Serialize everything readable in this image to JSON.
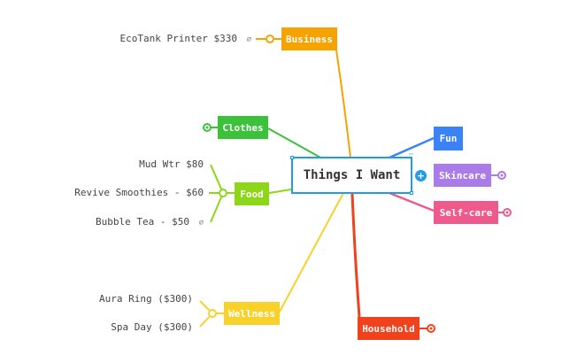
{
  "root": {
    "label": "Things I Want",
    "color": "#1e9bea"
  },
  "branches": {
    "business": {
      "label": "Business",
      "color": "#f5a300"
    },
    "clothes": {
      "label": "Clothes",
      "color": "#3cc13b"
    },
    "food": {
      "label": "Food",
      "color": "#8ed61a"
    },
    "wellness": {
      "label": "Wellness",
      "color": "#f8d12b"
    },
    "fun": {
      "label": "Fun",
      "color": "#3b82f6"
    },
    "skincare": {
      "label": "Skincare",
      "color": "#a97ce8"
    },
    "selfcare": {
      "label": "Self-care",
      "color": "#ef5a8c"
    },
    "household": {
      "label": "Household",
      "color": "#f0421d"
    }
  },
  "leaves": {
    "business": [
      "EcoTank Printer $330"
    ],
    "food": [
      "Mud Wtr $80",
      "Revive Smoothies - $60",
      "Bubble Tea - $50"
    ],
    "wellness": [
      "Aura Ring ($300)",
      "Spa Day ($300)"
    ]
  },
  "icons": {
    "attachment": "paperclip-icon",
    "add": "plus-icon",
    "more": "more-dots-icon",
    "collapse": "collapse-circle-icon"
  },
  "glyphs": {
    "plus": "+",
    "clip": "⌀",
    "dots": "···"
  }
}
